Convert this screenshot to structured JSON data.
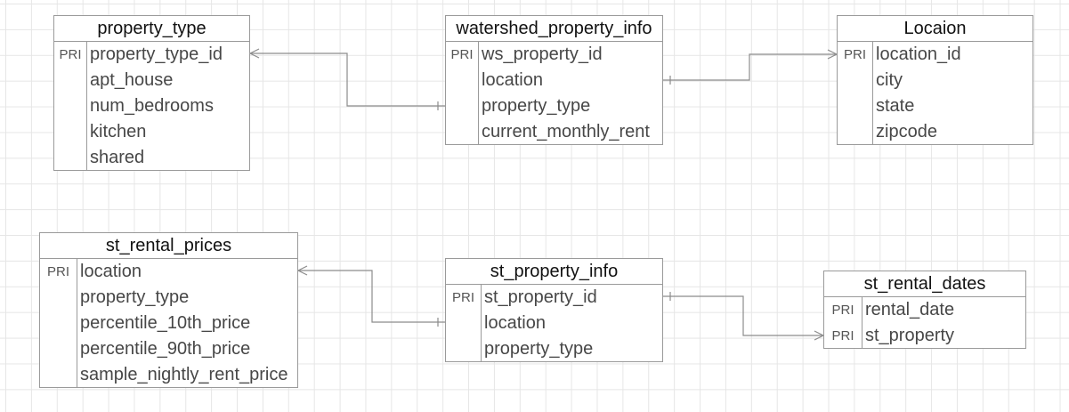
{
  "entities": {
    "property_type": {
      "title": "property_type",
      "fields": [
        {
          "key": "PRI",
          "name": "property_type_id"
        },
        {
          "key": "",
          "name": "apt_house"
        },
        {
          "key": "",
          "name": "num_bedrooms"
        },
        {
          "key": "",
          "name": "kitchen"
        },
        {
          "key": "",
          "name": "shared"
        }
      ]
    },
    "watershed_property_info": {
      "title": "watershed_property_info",
      "fields": [
        {
          "key": "PRI",
          "name": "ws_property_id"
        },
        {
          "key": "",
          "name": "location"
        },
        {
          "key": "",
          "name": "property_type"
        },
        {
          "key": "",
          "name": "current_monthly_rent"
        }
      ]
    },
    "locaion": {
      "title": "Locaion",
      "fields": [
        {
          "key": "PRI",
          "name": "location_id"
        },
        {
          "key": "",
          "name": "city"
        },
        {
          "key": "",
          "name": "state"
        },
        {
          "key": "",
          "name": "zipcode"
        }
      ]
    },
    "st_rental_prices": {
      "title": "st_rental_prices",
      "fields": [
        {
          "key": "PRI",
          "name": "location"
        },
        {
          "key": "",
          "name": "property_type"
        },
        {
          "key": "",
          "name": "percentile_10th_price"
        },
        {
          "key": "",
          "name": "percentile_90th_price"
        },
        {
          "key": "",
          "name": "sample_nightly_rent_price"
        }
      ]
    },
    "st_property_info": {
      "title": "st_property_info",
      "fields": [
        {
          "key": "PRI",
          "name": "st_property_id"
        },
        {
          "key": "",
          "name": "location"
        },
        {
          "key": "",
          "name": "property_type"
        }
      ]
    },
    "st_rental_dates": {
      "title": "st_rental_dates",
      "fields": [
        {
          "key": "PRI",
          "name": "rental_date"
        },
        {
          "key": "PRI",
          "name": "st_property"
        }
      ]
    }
  },
  "relationships": [
    {
      "from": "property_type.property_type_id",
      "to": "watershed_property_info.property_type",
      "from_end": "many",
      "to_end": "one"
    },
    {
      "from": "watershed_property_info.location",
      "to": "locaion.location_id",
      "from_end": "one",
      "to_end": "many"
    },
    {
      "from": "st_rental_prices.location",
      "to": "st_property_info.location",
      "from_end": "many",
      "to_end": "one"
    },
    {
      "from": "st_property_info.st_property_id",
      "to": "st_rental_dates.st_property",
      "from_end": "one",
      "to_end": "many"
    }
  ],
  "colors": {
    "border": "#9a9a9a",
    "connector": "#8c8c8c",
    "title_text": "#111111",
    "field_text": "#474747",
    "key_text": "#555555",
    "grid": "#e6e6e6"
  }
}
